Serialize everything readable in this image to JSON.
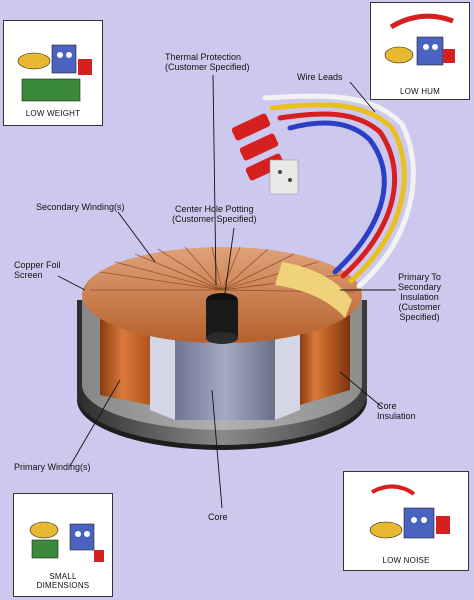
{
  "labels": {
    "thermal_protection": [
      "Thermal Protection",
      "(Customer Specified)"
    ],
    "wire_leads": "Wire Leads",
    "secondary_winding": "Secondary Winding(s)",
    "center_hole_potting": [
      "Center Hole Potting",
      "(Customer Specified)"
    ],
    "copper_foil_screen": [
      "Copper Foil",
      "Screen"
    ],
    "primary_secondary_insulation": [
      "Primary To",
      "Secondary",
      "Insulation",
      "(Customer",
      "Specified)"
    ],
    "core_insulation": [
      "Core",
      "Insulation"
    ],
    "primary_winding": "Primary Winding(s)",
    "core": "Core"
  },
  "panels": {
    "low_weight": "LOW WEIGHT",
    "low_hum": "LOW HUM",
    "small_dimensions": [
      "SMALL",
      "DIMENSIONS"
    ],
    "low_noise": "LOW NOISE"
  },
  "colors": {
    "background": "#cdc9ee",
    "copper": "#c8642a",
    "core_steel": "#8e94b0",
    "insulation": "#f0d27a",
    "wire_red": "#d62020",
    "wire_blue": "#2a3fc4",
    "wire_yellow": "#e8c020",
    "wire_white": "#f2f2f2"
  },
  "icons": [
    "cartoon-transformer-icon",
    "stamp-tag-icon"
  ]
}
